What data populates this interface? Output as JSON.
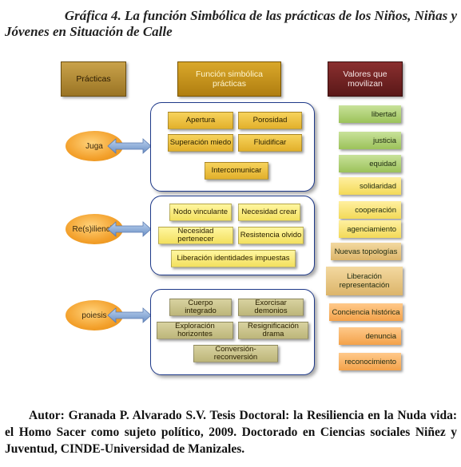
{
  "title": {
    "line1": "Gráfica 4. La función Simbólica de las prácticas de los Niños, Niñas y",
    "line2": "Jóvenes en Situación de Calle"
  },
  "headers": {
    "practicas": "Prácticas",
    "funcion": "Función simbólica prácticas",
    "valores": "Valores que movilizan"
  },
  "practices": [
    {
      "label": "Juga"
    },
    {
      "label": "Re(s)iliencia"
    },
    {
      "label": "poiesis"
    }
  ],
  "groups": [
    {
      "items": [
        "Apertura",
        "Porosidad",
        "Superación miedo",
        "Fluidificar",
        "Intercomunicar"
      ]
    },
    {
      "items": [
        "Nodo vinculante",
        "Necesidad crear",
        "Necesidad pertenecer",
        "Resistencia olvido",
        "Liberación identidades impuestas"
      ]
    },
    {
      "items": [
        "Cuerpo integrado",
        "Exorcisar demonios",
        "Exploración horizontes",
        "Resignificación drama",
        "Conversión-reconversión"
      ]
    }
  ],
  "values": [
    "libertad",
    "justicia",
    "equidad",
    "solidaridad",
    "cooperación",
    "agenciamiento",
    "Nuevas topologías",
    "Liberación representación",
    "Conciencia histórica",
    "denuncia",
    "reconocimiento"
  ],
  "caption": "Autor: Granada P. Alvarado S.V. Tesis Doctoral: la Resiliencia en la Nuda vida: el Homo Sacer como sujeto político, 2009. Doctorado en Ciencias sociales Niñez y Juventud, CINDE-Universidad de Manizales.",
  "colors": {
    "brace_blue": "#1f3a8a",
    "practicas_header": "#a07a2a",
    "funcion_header": "#b8860b",
    "valores_header": "#6b1f1f"
  }
}
